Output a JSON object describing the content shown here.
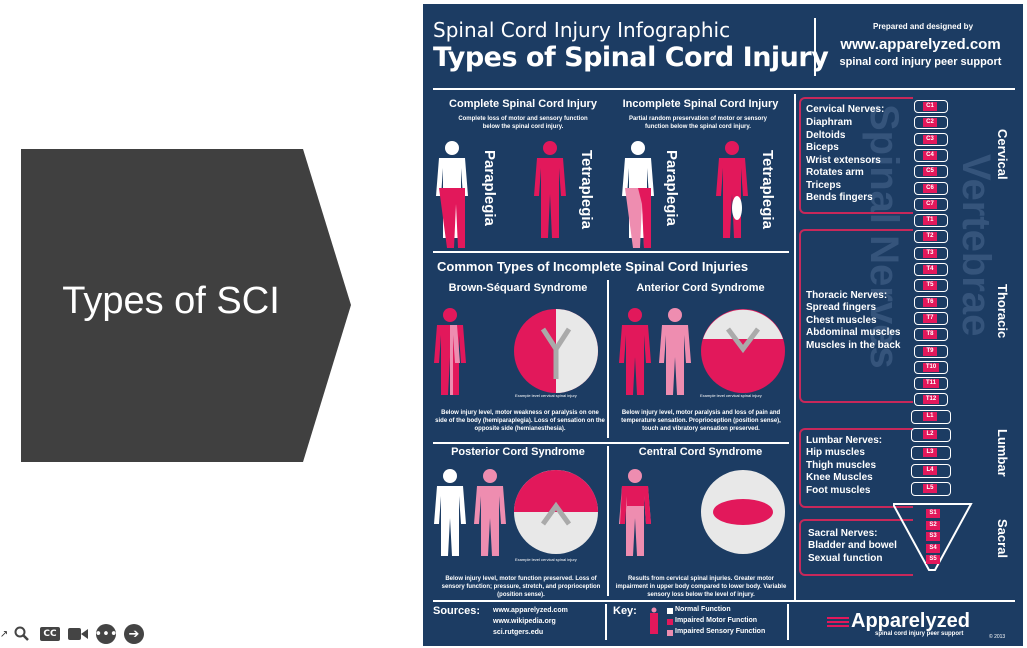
{
  "slide": {
    "title": "Types of SCI",
    "shape_color": "#404040"
  },
  "player": {
    "cc_label": "CC"
  },
  "poster": {
    "heading_small": "Spinal Cord Injury Infographic",
    "heading_large": "Types of Spinal Cord Injury",
    "prepared": "Prepared and designed by",
    "site": "www.apparelyzed.com",
    "peer": "spinal cord injury peer support",
    "complete": {
      "title": "Complete Spinal Cord Injury",
      "desc": "Complete loss of motor and sensory function below the spinal cord injury.",
      "label1": "Paraplegia",
      "label2": "Tetraplegia"
    },
    "incomplete": {
      "title": "Incomplete Spinal Cord Injury",
      "desc": "Partial random preservation of motor or sensory function below the spinal cord injury.",
      "label1": "Paraplegia",
      "label2": "Tetraplegia"
    },
    "common_title": "Common Types of Incomplete Spinal Cord Injuries",
    "syndromes": [
      {
        "title": "Brown-Séquard Syndrome",
        "caption": "Example level cervical spinal injury",
        "desc": "Below injury level, motor weakness or paralysis on one side of the body (hemiparaplegia). Loss of sensation on the opposite side (hemianesthesia)."
      },
      {
        "title": "Anterior Cord Syndrome",
        "caption": "Example level cervical spinal injury",
        "desc": "Below injury level, motor paralysis and loss of pain and temperature sensation. Proprioception (position sense), touch and vibratory sensation preserved."
      },
      {
        "title": "Posterior Cord Syndrome",
        "caption": "Example level cervical spinal injury",
        "desc": "Below injury level, motor function preserved. Loss of sensory function; pressure, stretch, and proprioception (position sense)."
      },
      {
        "title": "Central Cord Syndrome",
        "caption": "",
        "desc": "Results from cervical spinal injuries. Greater motor impairment in upper body compared to lower body. Variable sensory loss below the level of injury."
      }
    ],
    "nerves": {
      "cervical": {
        "title": "Cervical Nerves:",
        "items": [
          "Diaphram",
          "Deltoids",
          "Biceps",
          "Wrist extensors",
          "Rotates arm",
          "Triceps",
          "Bends fingers"
        ]
      },
      "thoracic": {
        "title": "Thoracic Nerves:",
        "items": [
          "Spread fingers",
          "Chest muscles",
          "Abdominal muscles",
          "Muscles in the back"
        ]
      },
      "lumbar": {
        "title": "Lumbar Nerves:",
        "items": [
          "Hip muscles",
          "Thigh muscles",
          "Knee Muscles",
          "Foot muscles"
        ]
      },
      "sacral": {
        "title": "Sacral Nerves:",
        "items": [
          "Bladder and bowel",
          "Sexual function"
        ]
      }
    },
    "regions": {
      "cervical": "Cervical",
      "thoracic": "Thoracic",
      "lumbar": "Lumbar",
      "sacral": "Sacral"
    },
    "background_words": {
      "vertebrae": "Vertebrae",
      "spinal_nerves": "Spinal Nerves"
    },
    "vertebrae": [
      "C1",
      "C2",
      "C3",
      "C4",
      "C5",
      "C6",
      "C7",
      "T1",
      "T2",
      "T3",
      "T4",
      "T5",
      "T6",
      "T7",
      "T8",
      "T9",
      "T10",
      "T11",
      "T12",
      "L1",
      "L2",
      "L3",
      "L4",
      "L5"
    ],
    "sacral_labels": [
      "S1",
      "S2",
      "S3",
      "S4",
      "S5"
    ],
    "sources": {
      "title": "Sources:",
      "items": [
        "www.apparelyzed.com",
        "www.wikipedia.org",
        "sci.rutgers.edu"
      ]
    },
    "key": {
      "title": "Key:",
      "items": [
        {
          "label": "Normal Function",
          "color": "#ffffff"
        },
        {
          "label": "Impaired Motor Function",
          "color": "#e2185b"
        },
        {
          "label": "Impaired Sensory Function",
          "color": "#ee8db0"
        }
      ]
    },
    "logo": "Apparelyzed",
    "logo_sub": "spinal cord injury peer support",
    "copyright": "© 2013",
    "colors": {
      "background": "#1c3c63",
      "motor": "#e2185b",
      "sensory": "#ee8db0",
      "normal": "#ffffff"
    }
  }
}
